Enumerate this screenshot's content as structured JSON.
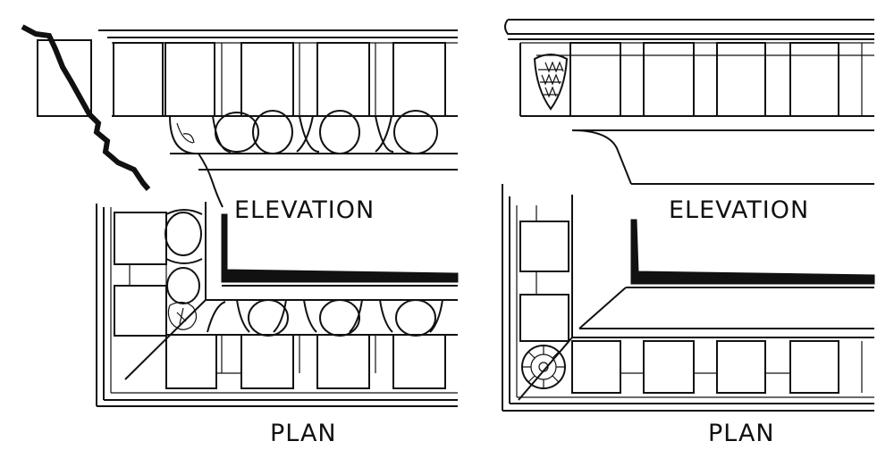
{
  "panels": [
    {
      "elevation_label": "ELEVATION",
      "plan_label": "PLAN"
    },
    {
      "elevation_label": "ELEVATION",
      "plan_label": "PLAN"
    }
  ],
  "ink_color": "#111111",
  "paper_color": "#ffffff"
}
